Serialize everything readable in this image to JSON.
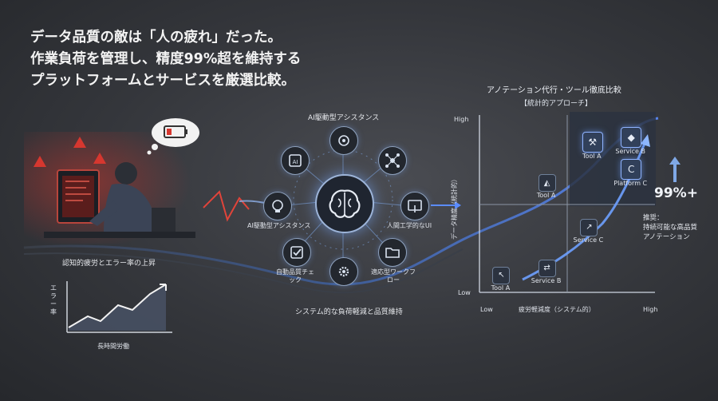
{
  "headline": {
    "line1": "データ品質の敵は「人の疲れ」だった。",
    "line2": "作業負荷を管理し、精度99%超を維持する",
    "line3": "プラットフォームとサービスを厳選比較。"
  },
  "left": {
    "caption": "認知的疲労とエラー率の上昇",
    "mini_chart": {
      "ylabel": "エラー率",
      "xlabel": "長時間労働"
    }
  },
  "middle": {
    "top_label": "AI駆動型アシスタンス",
    "nodes": {
      "ai": "AI駆動型アシスタンス",
      "ergonomic": "人間工学的なUI",
      "auto_check": "自動品質チェック",
      "workflow": "適応型ワークフロー"
    },
    "caption": "システム的な負荷軽減と品質維持"
  },
  "right": {
    "title": "アノテーション代行・ツール徹底比較",
    "subtitle": "【統計的アプローチ】",
    "accent_color": "#5b8cff",
    "chart_data": {
      "type": "scatter",
      "title": "アノテーション代行・ツール徹底比較",
      "xlabel": "疲労軽減度（システム的）",
      "ylabel": "データ精度（統計的）",
      "x_ticks": [
        "Low",
        "High"
      ],
      "y_ticks": [
        "High",
        "Low"
      ],
      "points": [
        {
          "label": "Tool A",
          "icon": "cursor-icon",
          "x": 0.12,
          "y": 0.1
        },
        {
          "label": "Service B",
          "icon": "arrows-icon",
          "x": 0.38,
          "y": 0.14
        },
        {
          "label": "Tool A",
          "icon": "image-icon",
          "x": 0.38,
          "y": 0.62
        },
        {
          "label": "Service C",
          "icon": "pin-icon",
          "x": 0.62,
          "y": 0.37
        },
        {
          "label": "Tool A",
          "icon": "wrench-icon",
          "x": 0.64,
          "y": 0.85
        },
        {
          "label": "Service B",
          "icon": "logo-icon",
          "x": 0.86,
          "y": 0.88
        },
        {
          "label": "Platform C",
          "icon": "c-icon",
          "x": 0.86,
          "y": 0.7
        }
      ]
    },
    "big_stat": "99%+",
    "recommend": {
      "line1": "推奨：",
      "line2": "持続可能な高品質",
      "line3": "アノテーション"
    }
  }
}
